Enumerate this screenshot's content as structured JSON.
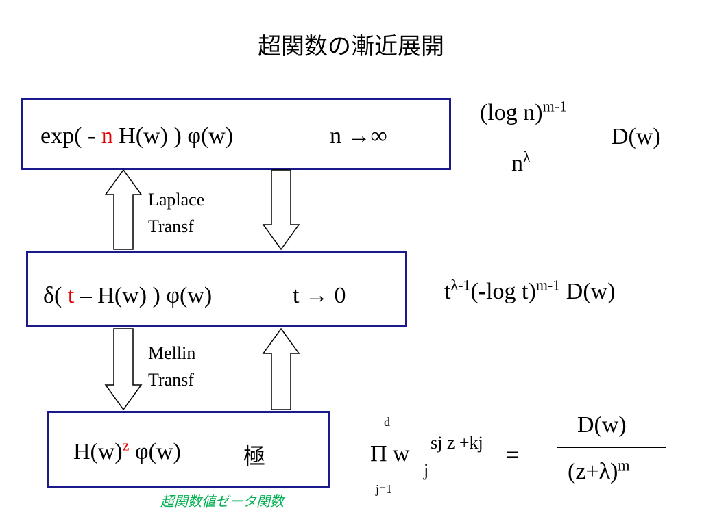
{
  "title": "超関数の漸近展開",
  "box1": {
    "prefix": "exp( - ",
    "n": "n",
    "rest": " H(w) ) φ(w)",
    "limit": "n →∞"
  },
  "right1": {
    "num": "(log n)",
    "num_sup": "m-1",
    "den": "n",
    "den_sup": "λ",
    "dw": "D(w)"
  },
  "label1": {
    "line1": "Laplace",
    "line2": "Transf"
  },
  "box2": {
    "prefix": "δ( ",
    "t": "t",
    "rest": " – H(w) ) φ(w)",
    "limit": "t → 0"
  },
  "right2": {
    "t": "t",
    "t_sup": "λ-1",
    "mid": "(-log t)",
    "mid_sup": "m-1",
    "dw": " D(w)"
  },
  "label2": {
    "line1": "Mellin",
    "line2": "Transf"
  },
  "box3": {
    "base": "H(w)",
    "z": "z",
    "rest": " φ(w)",
    "pole": "極"
  },
  "footnote": "超関数値ゼータ関数",
  "right3": {
    "d": "d",
    "pi": "Π w",
    "j": "j",
    "exp": "sj z +kj",
    "j1": "j=1",
    "eq": "=",
    "num": "D(w)",
    "den": "(z+λ)",
    "den_sup": "m"
  },
  "colors": {
    "box_border": "#1a1a8c",
    "red": "#e00000",
    "green": "#00b050"
  }
}
